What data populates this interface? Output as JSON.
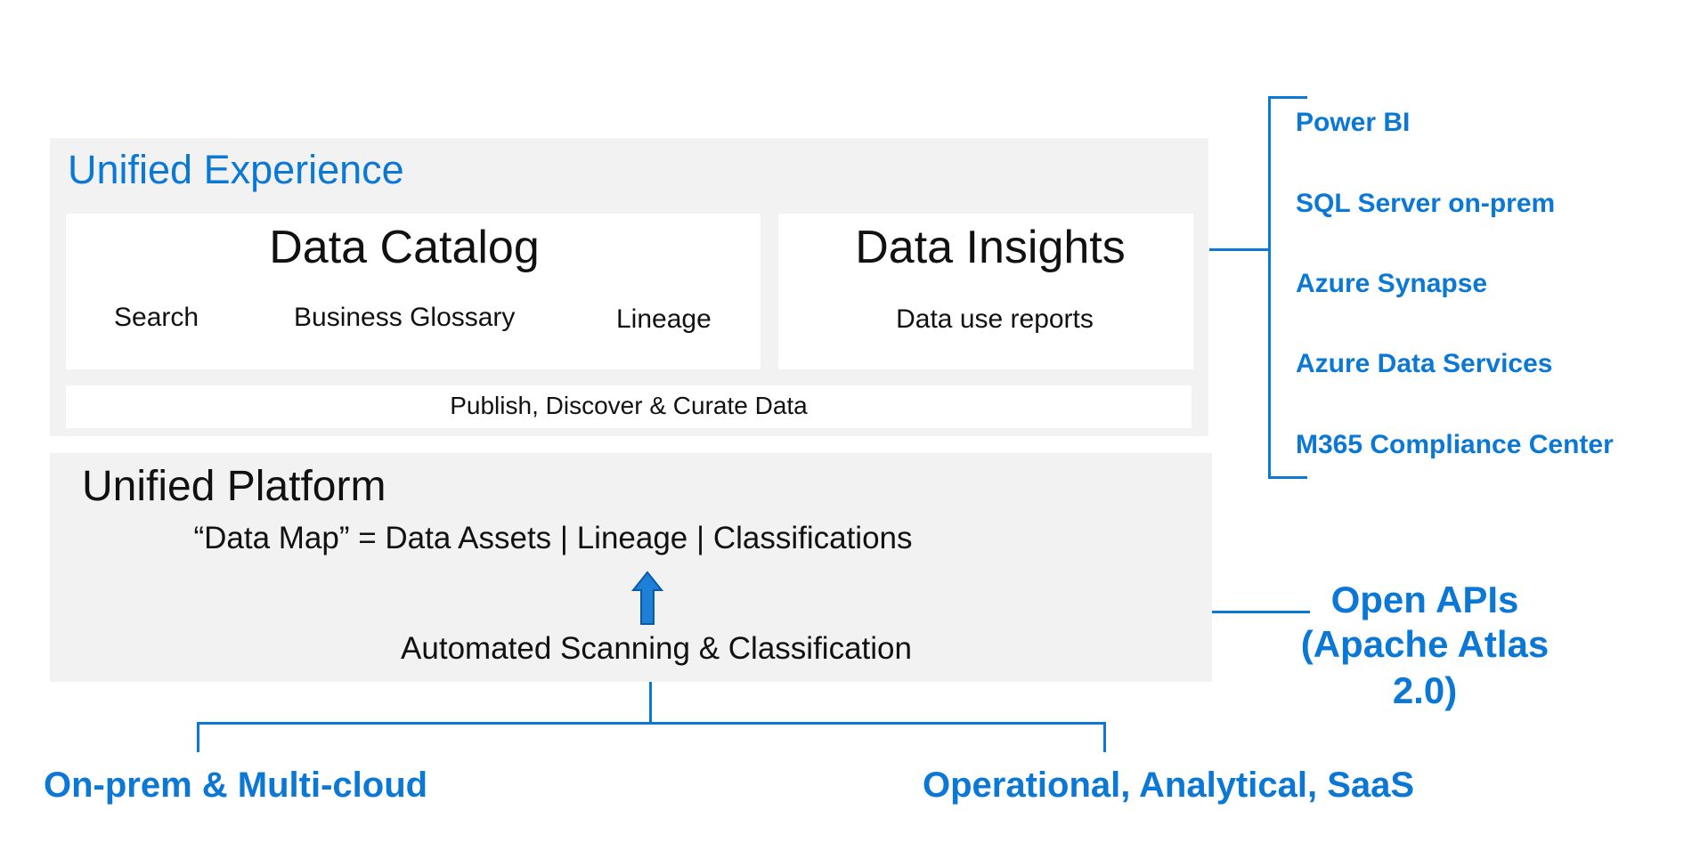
{
  "unified_experience": {
    "title": "Unified Experience",
    "data_catalog": {
      "title": "Data Catalog",
      "items": [
        "Search",
        "Business Glossary",
        "Lineage"
      ]
    },
    "data_insights": {
      "title": "Data Insights",
      "item": "Data use reports"
    },
    "publish_bar": "Publish, Discover & Curate Data"
  },
  "unified_platform": {
    "title": "Unified Platform",
    "data_map": "“Data Map” = Data Assets | Lineage | Classifications",
    "scanning": "Automated Scanning & Classification"
  },
  "integrations": [
    "Power BI",
    "SQL Server on-prem",
    "Azure Synapse",
    "Azure Data Services",
    "M365 Compliance Center"
  ],
  "open_apis": {
    "line1": "Open APIs",
    "line2": "(Apache Atlas 2.0)"
  },
  "sources": {
    "left": "On-prem & Multi-cloud",
    "right": "Operational, Analytical, SaaS"
  },
  "colors": {
    "accent": "#0a78d4",
    "panel": "#f2f2f2",
    "card": "#ffffff",
    "arrow": "#1e7fd6"
  }
}
